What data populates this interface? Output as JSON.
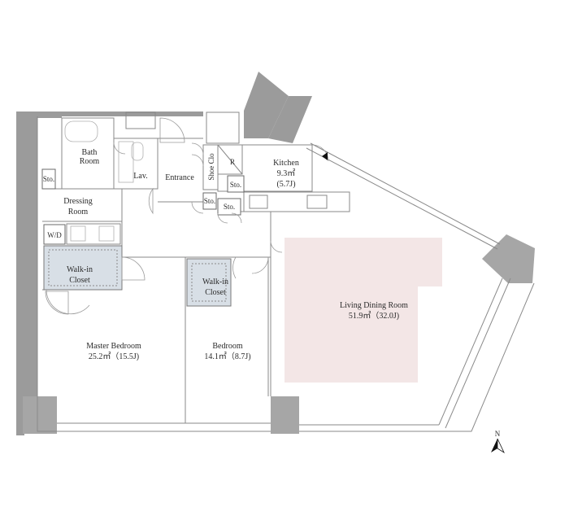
{
  "highlight_color": "#f3e6e6",
  "closet_color": "#d8dfe6",
  "rooms": {
    "bath": "Bath",
    "bath2": "Room",
    "lav": "Lav.",
    "entrance": "Entrance",
    "shoe_clo": "Shoe Clo",
    "kitchen": "Kitchen",
    "kitchen_area": "9.3㎡",
    "kitchen_area_j": "(5.7J)",
    "refrigerator": "R",
    "sto": "Sto.",
    "dressing": "Dressing",
    "dressing2": "Room",
    "wd": "W/D",
    "walkin": "Walk-in",
    "closet": "Closet",
    "master": "Master Bedroom",
    "master_area": "25.2㎡（15.5J)",
    "bedroom": "Bedroom",
    "bedroom_area": "14.1㎡（8.7J)",
    "ldr": "Living Dining Room",
    "ldr_area": "51.9㎡（32.0J)"
  },
  "compass": {
    "label": "N",
    "icon": "north-arrow-icon"
  }
}
